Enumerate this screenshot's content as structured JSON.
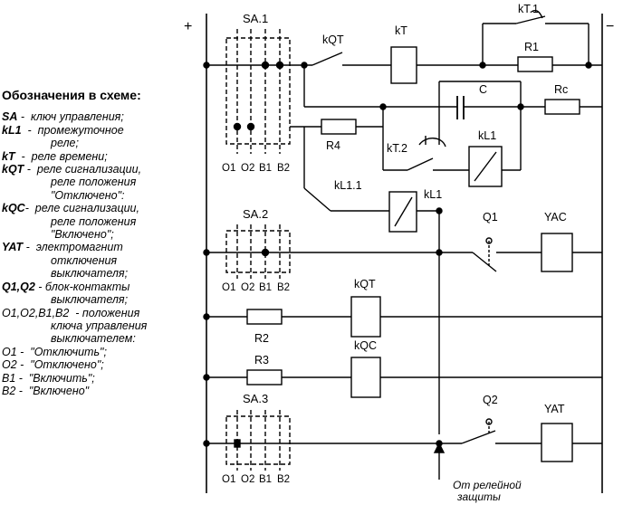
{
  "bus": {
    "plus": "+",
    "minus": "−"
  },
  "switches": {
    "sa1": {
      "label": "SA.1",
      "positions": [
        "О1",
        "О2",
        "В1",
        "В2"
      ]
    },
    "sa2": {
      "label": "SA.2",
      "positions": [
        "О1",
        "О2",
        "В1",
        "В2"
      ]
    },
    "sa3": {
      "label": "SA.3",
      "positions": [
        "О1",
        "О2",
        "В1",
        "В2"
      ]
    }
  },
  "components": {
    "kqt_contact": "kQT",
    "kt_coil": "kT",
    "kt1": "kT.1",
    "r1": "R1",
    "c": "C",
    "rc": "Rc",
    "r4": "R4",
    "kt2": "kT.2",
    "kl1_coil": "kL1",
    "kl1_1": "kL1.1",
    "kl1_relay": "kL1",
    "q1": "Q1",
    "yac": "YAC",
    "kqt_coil": "kQT",
    "r2": "R2",
    "kqc_coil": "kQC",
    "r3": "R3",
    "q2": "Q2",
    "yat": "YAT"
  },
  "protection_label": [
    "От релейной",
    "защиты"
  ],
  "legend": {
    "title": "Обозначения в схеме:",
    "lines": [
      {
        "term": "SA",
        "text": " -  ключ управления;",
        "indent": false
      },
      {
        "term": "kL1",
        "text": "  -  промежуточное",
        "indent": false
      },
      {
        "term": "",
        "text": "реле;",
        "indent": true
      },
      {
        "term": "kT",
        "text": "  -  реле времени;",
        "indent": false
      },
      {
        "term": "kQT",
        "text": " -  реле сигнализации,",
        "indent": false
      },
      {
        "term": "",
        "text": "реле положения",
        "indent": true
      },
      {
        "term": "",
        "text": "\"Отключено\":",
        "indent": true
      },
      {
        "term": "kQC",
        "text": "-  реле сигнализации,",
        "indent": false
      },
      {
        "term": "",
        "text": "реле положения",
        "indent": true
      },
      {
        "term": "",
        "text": "\"Включено\";",
        "indent": true
      },
      {
        "term": "YAT",
        "text": " -  электромагнит",
        "indent": false
      },
      {
        "term": "",
        "text": "отключения",
        "indent": true
      },
      {
        "term": "",
        "text": "выключателя;",
        "indent": true
      },
      {
        "term": "Q1,Q2",
        "text": " - блок-контакты",
        "indent": false
      },
      {
        "term": "",
        "text": "выключателя;",
        "indent": true
      },
      {
        "term": "",
        "text": "О1,О2,В1,В2  - положения",
        "indent": false
      },
      {
        "term": "",
        "text": "ключа управления",
        "indent": true
      },
      {
        "term": "",
        "text": "выключателем:",
        "indent": true
      },
      {
        "term": "",
        "text": "О1 -  \"Отключить\";",
        "indent": false
      },
      {
        "term": "",
        "text": "О2 -  \"Отключено\";",
        "indent": false
      },
      {
        "term": "",
        "text": "В1 -  \"Включить\";",
        "indent": false
      },
      {
        "term": "",
        "text": "В2 -  \"Включено\"",
        "indent": false
      }
    ]
  }
}
